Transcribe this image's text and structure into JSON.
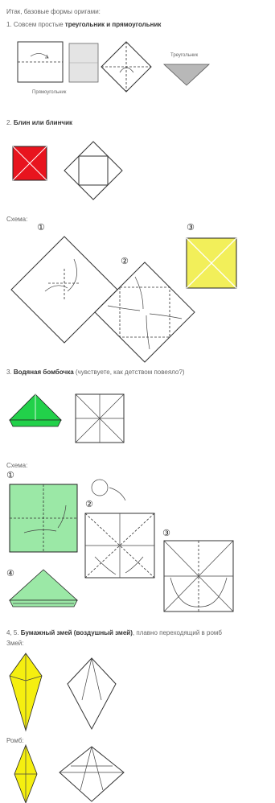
{
  "intro": "Итак, базовые формы оригами:",
  "s1": {
    "prefix": "1. Совсем простые ",
    "bold": "треугольник и прямоугольник",
    "cap_rect": "Прямоугольник",
    "cap_tri": "Треугольник"
  },
  "s2": {
    "prefix": "2. ",
    "bold": "Блин или блинчик"
  },
  "scheme1": {
    "label": "Схема:",
    "n1": "①",
    "n2": "②",
    "n3": "③"
  },
  "s3": {
    "prefix": "3. ",
    "bold": "Водяная бомбочка",
    "rest": " (чувствуете, как детством повеяло?)"
  },
  "scheme2": {
    "label": "Схема:",
    "n1": "①",
    "n2": "②",
    "n3": "③",
    "n4": "④"
  },
  "s45": {
    "prefix": "4, 5. ",
    "bold": "Бумажный змей (воздушный змей)",
    "rest": ", плавно переходящий в ромб"
  },
  "kite_label": "Змей:",
  "rhombus_label": "Ромб:",
  "colors": {
    "red": "#e8141e",
    "yellow": "#f2ef5a",
    "green": "#22d14a",
    "light_green": "#9be8a6",
    "kite_yellow": "#f5ef10"
  }
}
